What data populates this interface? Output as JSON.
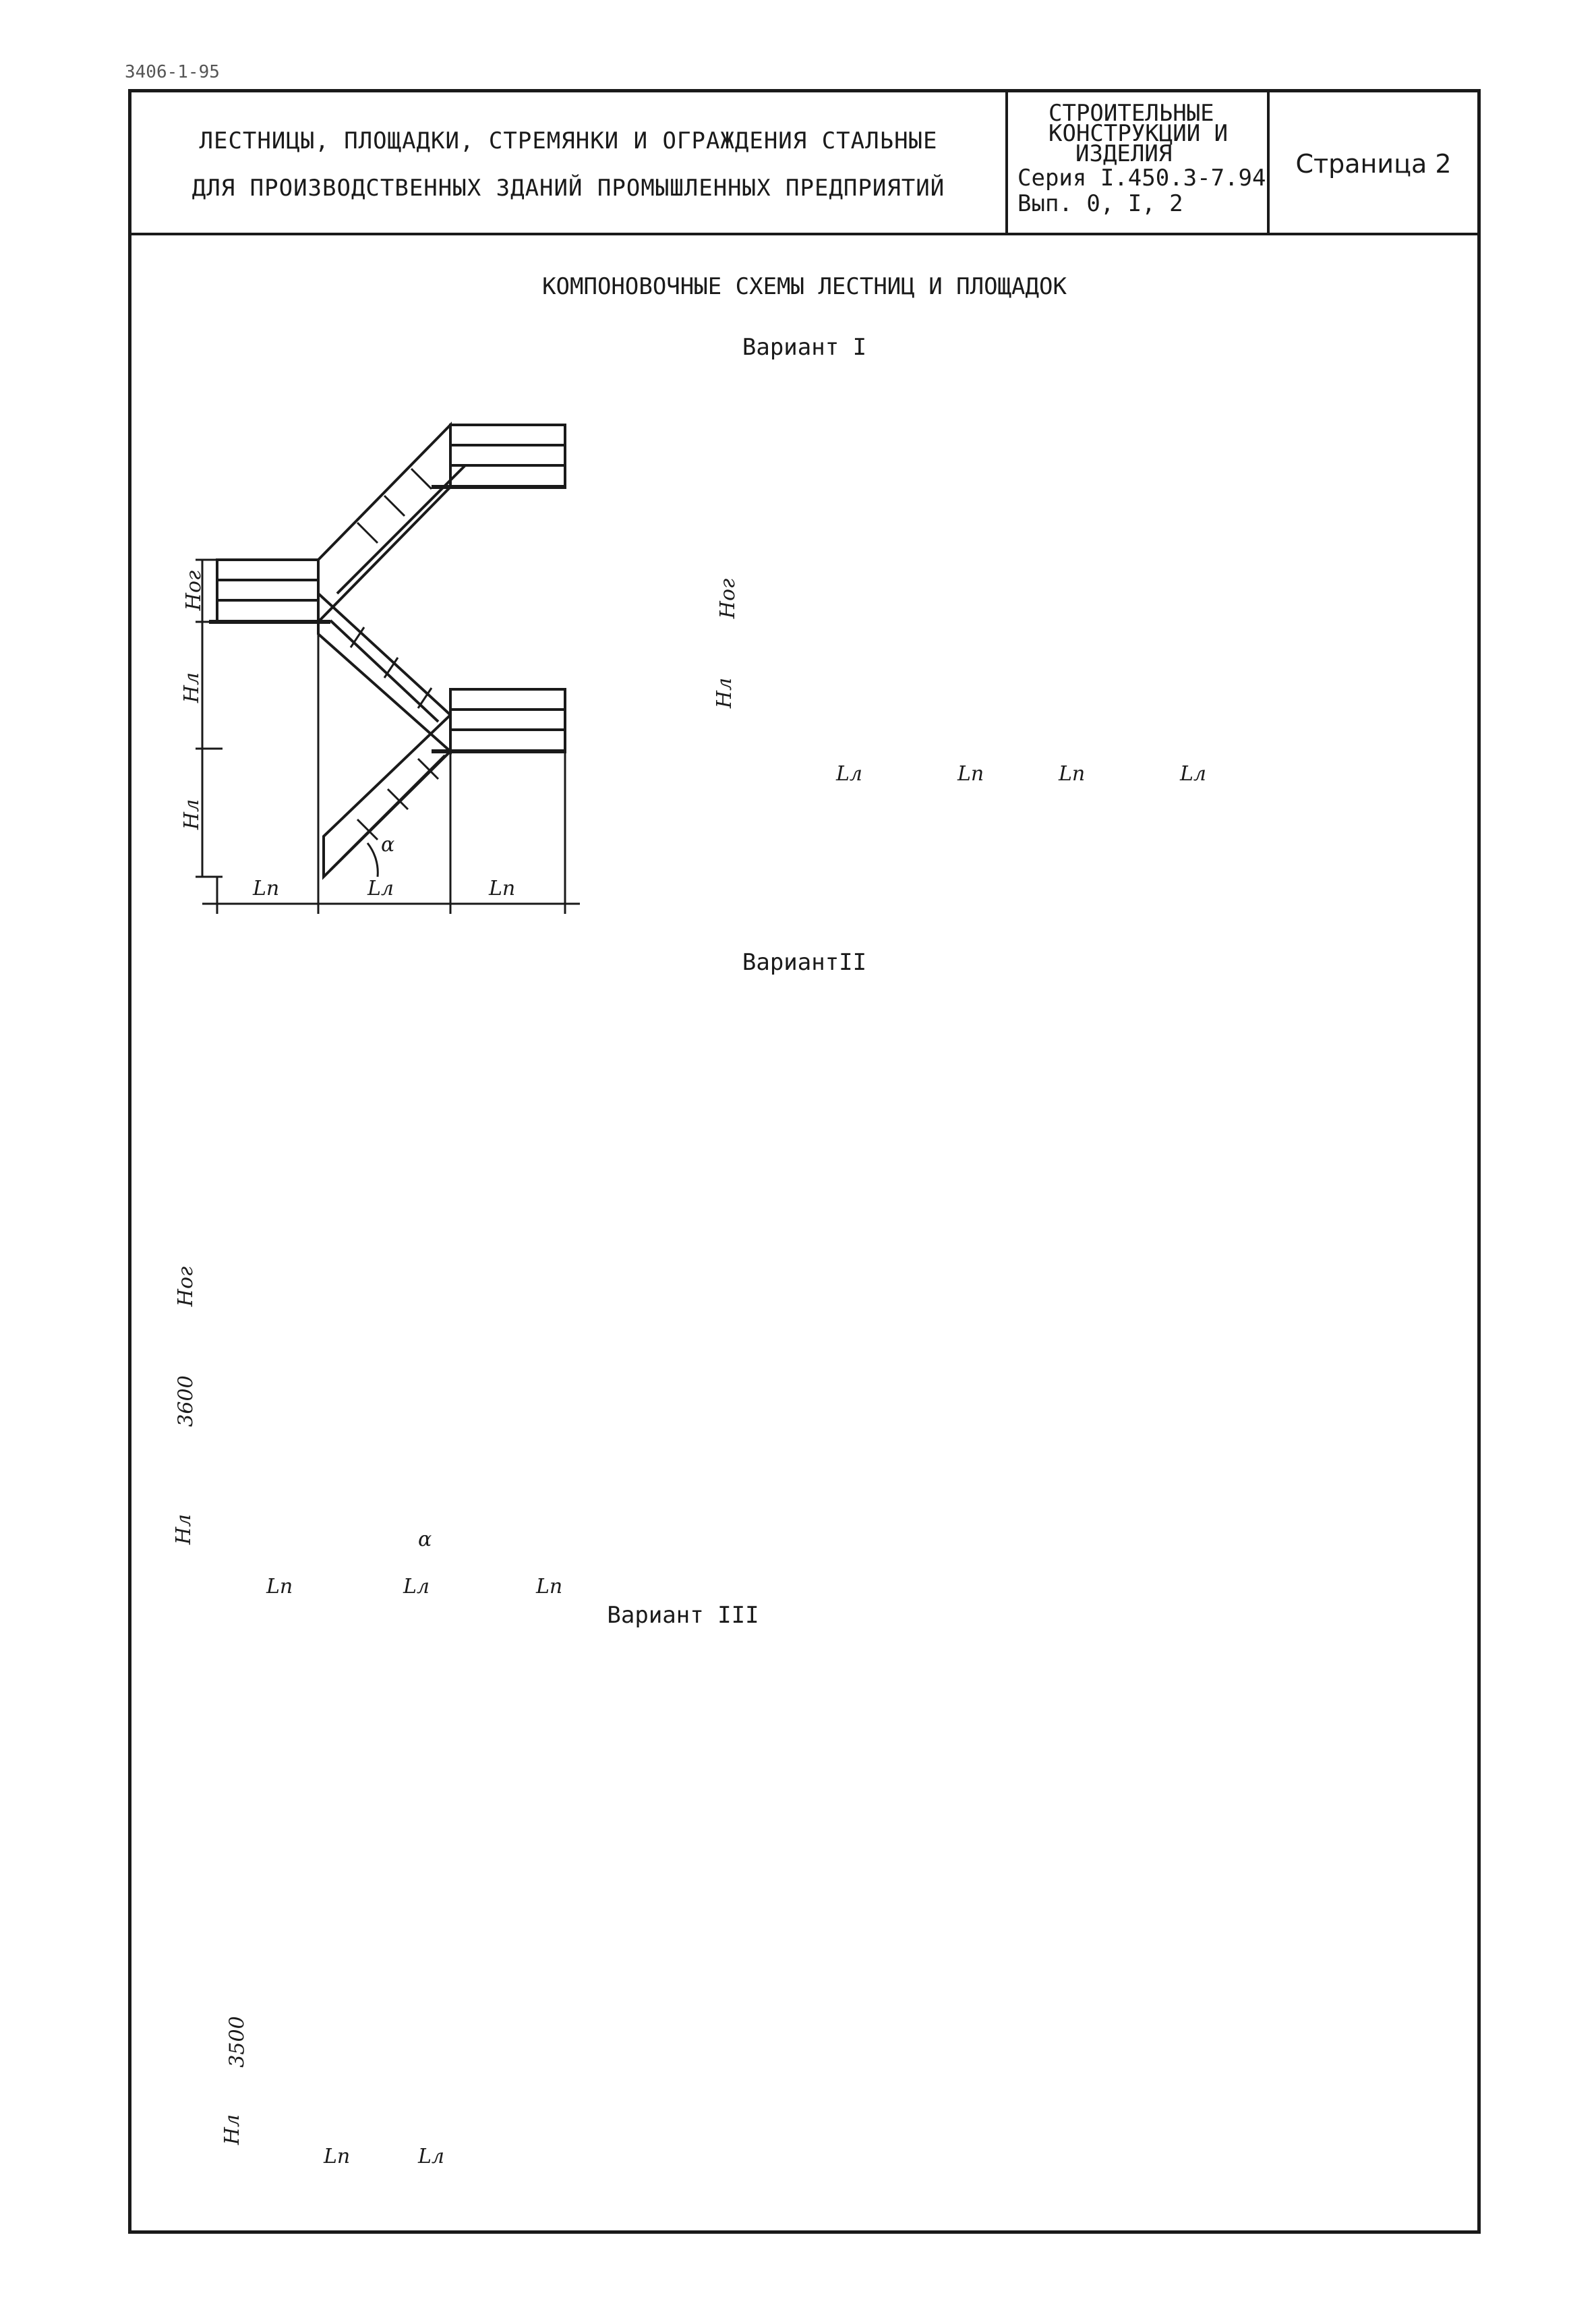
{
  "doc_code": "3406-1-95",
  "title_block": {
    "title_line1": "ЛЕСТНИЦЫ, ПЛОЩАДКИ, СТРЕМЯНКИ И ОГРАЖДЕНИЯ СТАЛЬНЫЕ",
    "title_line2": "ДЛЯ ПРОИЗВОДСТВЕННЫХ ЗДАНИЙ ПРОМЫШЛЕННЫХ ПРЕДПРИЯТИЙ",
    "series_lines": [
      "СТРОИТЕЛЬНЫЕ",
      "КОНСТРУКЦИИ И",
      "ИЗДЕЛИЯ",
      "Серия I.450.3-7.94",
      "Вып. 0, I, 2"
    ],
    "page": "Страница 2"
  },
  "main_heading": "КОМПОНОВОЧНЫЕ СХЕМЫ ЛЕСТНИЦ И ПЛОЩАДОК",
  "variants": {
    "v1": "Вариант I",
    "v2": "ВариантII",
    "v3": "Вариант III"
  },
  "dimensions": {
    "h_og": "Hог",
    "h_l": "Hл",
    "l_p": "Lп",
    "l_l": "Lл",
    "alpha": "α",
    "height_3600": "3600",
    "height_3500": "3500"
  }
}
